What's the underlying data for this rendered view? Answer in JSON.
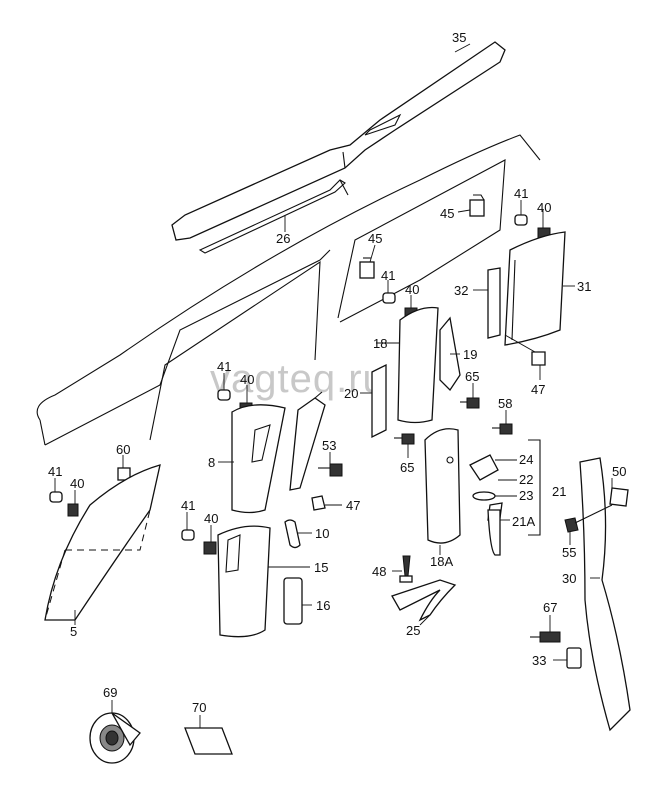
{
  "watermark": "vagteq.ru",
  "callouts": {
    "c35": "35",
    "c26": "26",
    "c41_top": "41",
    "c40_top": "40",
    "c45_top": "45",
    "c45_left": "45",
    "c41_mid": "41",
    "c40_mid": "40",
    "c31": "31",
    "c32": "32",
    "c18": "18",
    "c19": "19",
    "c47_right": "47",
    "c41_left": "41",
    "c40_left": "40",
    "c20": "20",
    "c65_top": "65",
    "c58": "58",
    "c8": "8",
    "c53": "53",
    "c65_bot": "65",
    "c24": "24",
    "c22": "22",
    "c23": "23",
    "c21": "21",
    "c21a": "21A",
    "c60": "60",
    "c41_far": "41",
    "c40_far": "40",
    "c47_mid": "47",
    "c50": "50",
    "c55": "55",
    "c41_low": "41",
    "c40_low": "40",
    "c10": "10",
    "c15": "15",
    "c18a": "18A",
    "c16": "16",
    "c48": "48",
    "c30": "30",
    "c5": "5",
    "c25": "25",
    "c67": "67",
    "c33": "33",
    "c69": "69",
    "c70": "70"
  }
}
